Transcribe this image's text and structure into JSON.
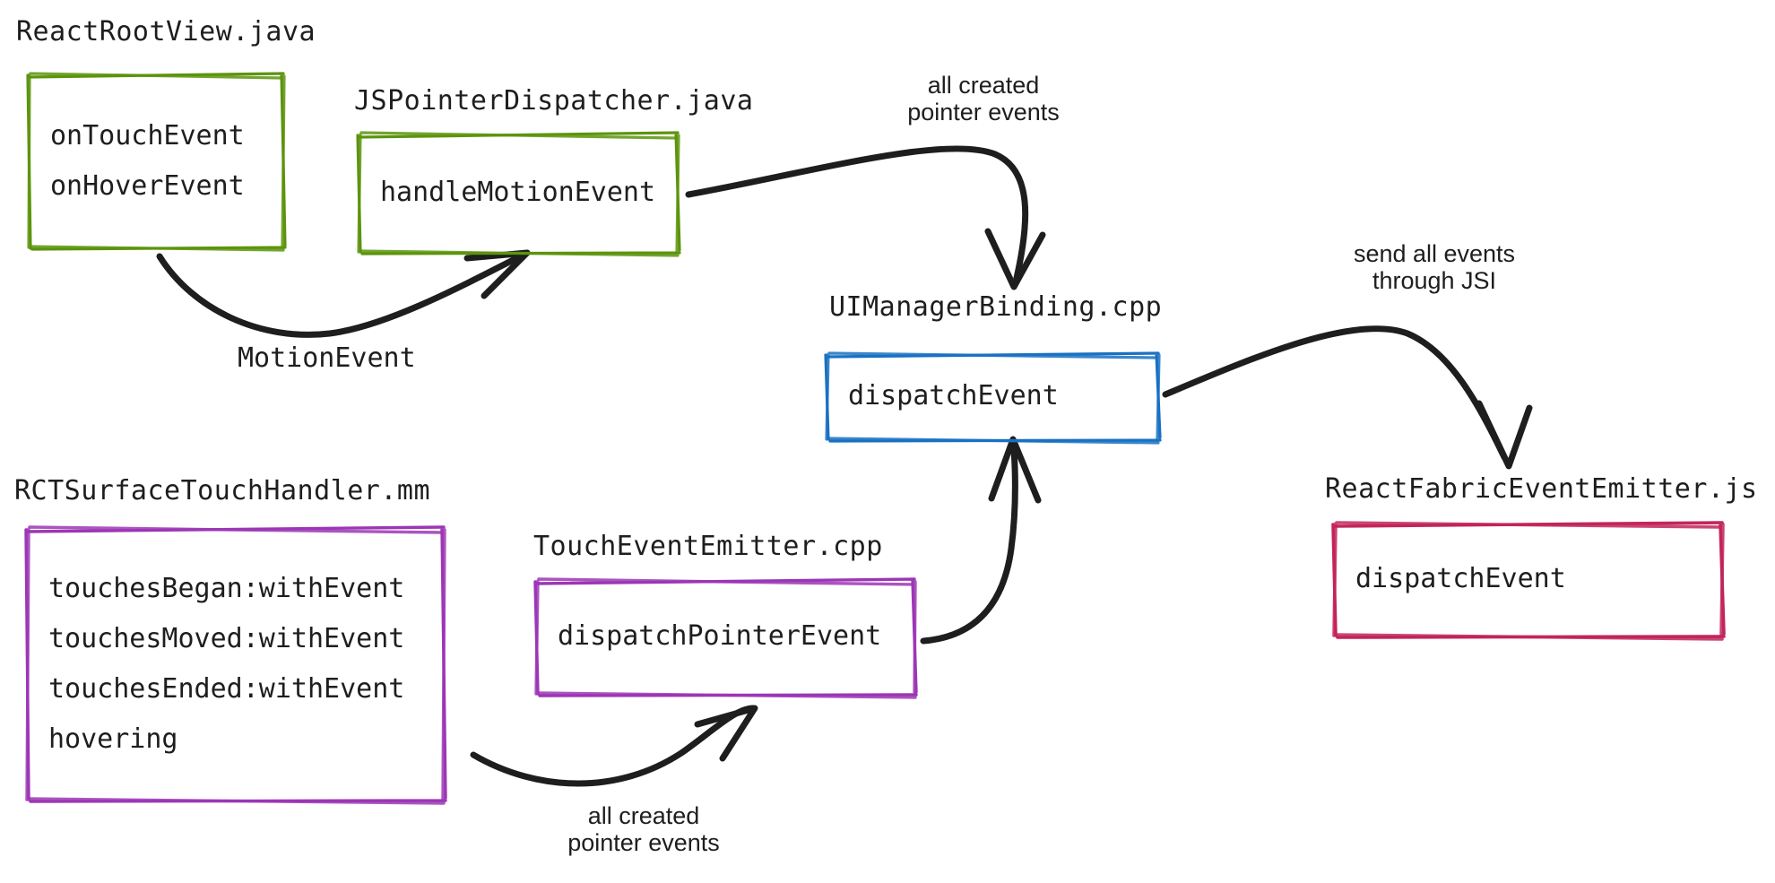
{
  "diagram": {
    "title_note": "React Native pointer/touch event flow",
    "background": "#ffffff",
    "colors": {
      "green": "#5c940d",
      "blue": "#1971c2",
      "purple": "#9c36b5",
      "crimson": "#c2255c",
      "ink": "#1e1e1e"
    },
    "nodes": [
      {
        "id": "react-root-view",
        "file_label": "ReactRootView.java",
        "color": "#5c940d",
        "lines": [
          "onTouchEvent",
          "onHoverEvent"
        ]
      },
      {
        "id": "js-pointer-dispatcher",
        "file_label": "JSPointerDispatcher.java",
        "color": "#5c940d",
        "lines": [
          "handleMotionEvent"
        ]
      },
      {
        "id": "ui-manager-binding",
        "file_label": "UIManagerBinding.cpp",
        "color": "#1971c2",
        "lines": [
          "dispatchEvent"
        ]
      },
      {
        "id": "react-fabric-event-emitter",
        "file_label": "ReactFabricEventEmitter.js",
        "color": "#c2255c",
        "lines": [
          "dispatchEvent"
        ]
      },
      {
        "id": "rct-surface-touch-handler",
        "file_label": "RCTSurfaceTouchHandler.mm",
        "color": "#9c36b5",
        "lines": [
          "touchesBegan:withEvent",
          "touchesMoved:withEvent",
          "touchesEnded:withEvent",
          "hovering"
        ]
      },
      {
        "id": "touch-event-emitter",
        "file_label": "TouchEventEmitter.cpp",
        "color": "#9c36b5",
        "lines": [
          "dispatchPointerEvent"
        ]
      }
    ],
    "edges": [
      {
        "id": "motion-event",
        "from": "react-root-view",
        "to": "js-pointer-dispatcher",
        "label": "MotionEvent",
        "label_font": "mono"
      },
      {
        "id": "android-pointer-events",
        "from": "js-pointer-dispatcher",
        "to": "ui-manager-binding",
        "label": "all created\npointer events",
        "label_font": "sans"
      },
      {
        "id": "jsi-events",
        "from": "ui-manager-binding",
        "to": "react-fabric-event-emitter",
        "label": "send all events\nthrough JSI",
        "label_font": "sans"
      },
      {
        "id": "ios-pointer-events",
        "from": "rct-surface-touch-handler",
        "to": "touch-event-emitter",
        "label": "all created\npointer events",
        "label_font": "sans"
      },
      {
        "id": "emitter-to-binding",
        "from": "touch-event-emitter",
        "to": "ui-manager-binding",
        "label": "",
        "label_font": "sans"
      }
    ]
  }
}
